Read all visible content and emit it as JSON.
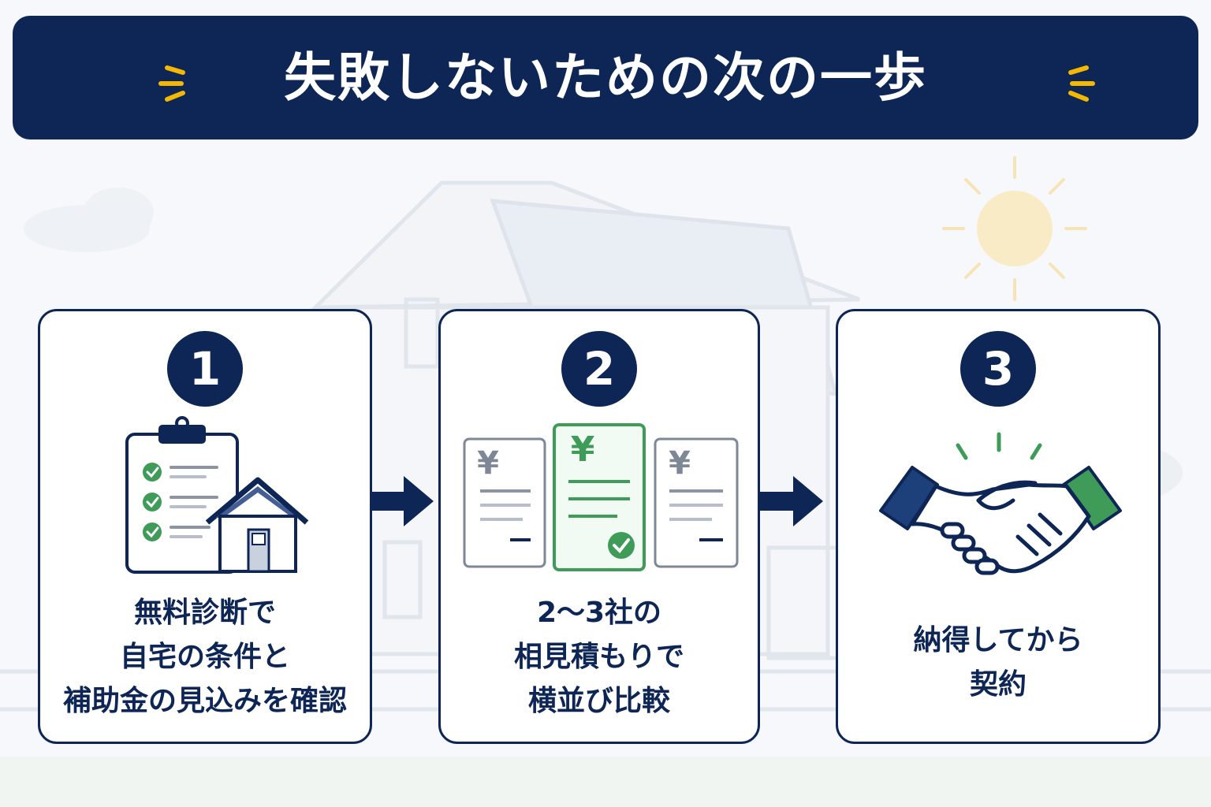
{
  "header": {
    "title": "失敗しないための次の一歩"
  },
  "steps": [
    {
      "number": "1",
      "lines": [
        "無料診断で",
        "自宅の条件と",
        "補助金の見込みを確認"
      ],
      "icon": "checklist-house-icon"
    },
    {
      "number": "2",
      "lines": [
        "2〜3社の",
        "相見積もりで",
        "横並び比較"
      ],
      "icon": "quotes-comparison-icon"
    },
    {
      "number": "3",
      "lines": [
        "納得してから",
        "契約"
      ],
      "icon": "handshake-icon"
    }
  ],
  "quote_symbol": "¥",
  "colors": {
    "navy": "#0e2655",
    "green": "#3e9b58",
    "accent": "#f5b800",
    "gray": "#7d8796"
  }
}
